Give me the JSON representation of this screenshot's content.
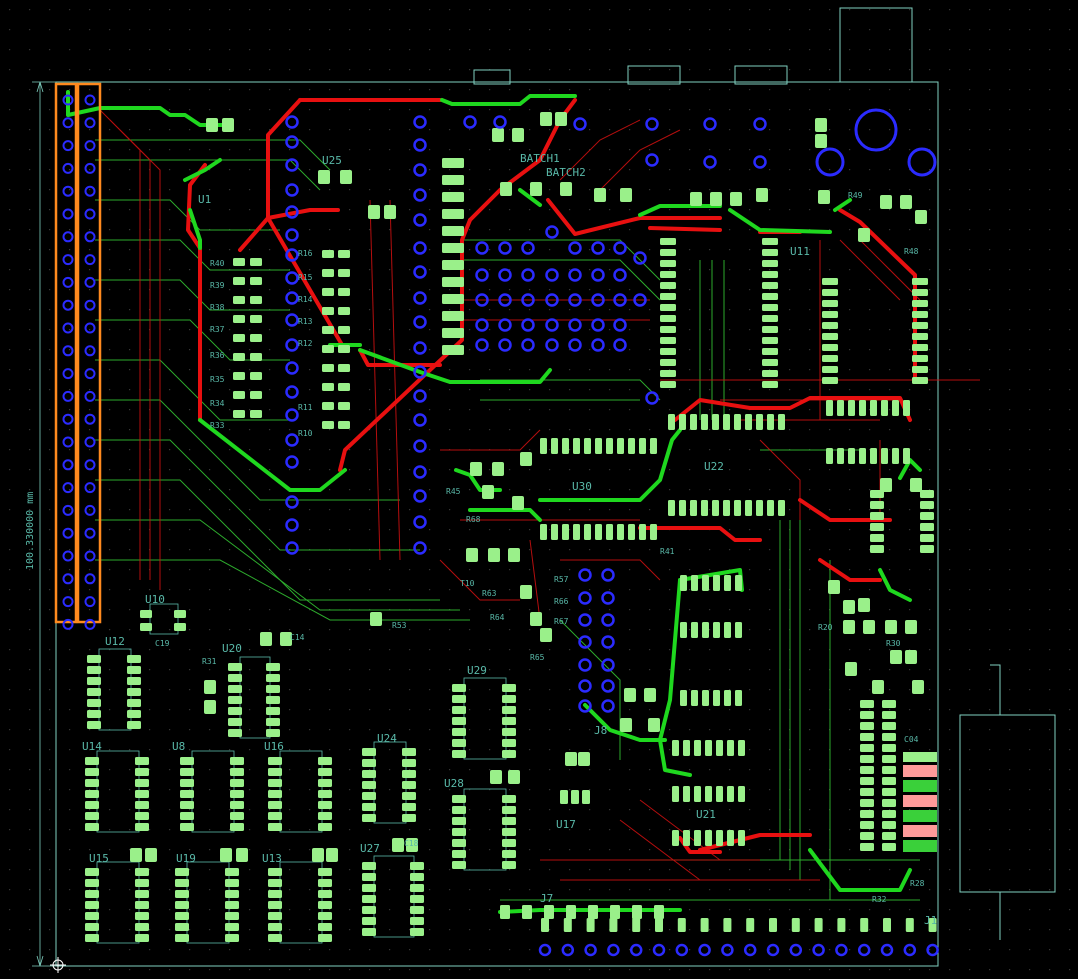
{
  "board": {
    "dimension_label": "100.330000 mm",
    "colors": {
      "background": "#000000",
      "board_outline": "#7fd0c0",
      "silkscreen": "#59b8a8",
      "pad_smd": "#9af08a",
      "pad_via_ring": "#2b2bff",
      "track_front": "#e81010",
      "track_back": "#1fd81f",
      "track_thin_red": "#c81010",
      "track_thin_green": "#35c835",
      "highlight_box": "#ff8a1e",
      "connector_stripes": [
        "#ff9a9a",
        "#3ad03a"
      ]
    }
  },
  "components": [
    {
      "ref": "U1"
    },
    {
      "ref": "U25"
    },
    {
      "ref": "U10"
    },
    {
      "ref": "U12"
    },
    {
      "ref": "U20"
    },
    {
      "ref": "U14"
    },
    {
      "ref": "U8"
    },
    {
      "ref": "U16"
    },
    {
      "ref": "U24"
    },
    {
      "ref": "U29"
    },
    {
      "ref": "U28"
    },
    {
      "ref": "U15"
    },
    {
      "ref": "U19"
    },
    {
      "ref": "U13"
    },
    {
      "ref": "U27"
    },
    {
      "ref": "U17"
    },
    {
      "ref": "U30"
    },
    {
      "ref": "U22"
    },
    {
      "ref": "U21"
    },
    {
      "ref": "U11"
    },
    {
      "ref": "J8"
    },
    {
      "ref": "J7"
    },
    {
      "ref": "J1"
    },
    {
      "ref": "R40"
    },
    {
      "ref": "R39"
    },
    {
      "ref": "R38"
    },
    {
      "ref": "R37"
    },
    {
      "ref": "R36"
    },
    {
      "ref": "R35"
    },
    {
      "ref": "R34"
    },
    {
      "ref": "R33"
    },
    {
      "ref": "R16"
    },
    {
      "ref": "R15"
    },
    {
      "ref": "R14"
    },
    {
      "ref": "R13"
    },
    {
      "ref": "R12"
    },
    {
      "ref": "R11"
    },
    {
      "ref": "R10"
    },
    {
      "ref": "R53"
    },
    {
      "ref": "R45"
    },
    {
      "ref": "R41"
    },
    {
      "ref": "R20"
    },
    {
      "ref": "R30"
    },
    {
      "ref": "R31"
    },
    {
      "ref": "R49"
    },
    {
      "ref": "R48"
    },
    {
      "ref": "R28"
    },
    {
      "ref": "R32"
    },
    {
      "ref": "R67"
    },
    {
      "ref": "R66"
    },
    {
      "ref": "R65"
    },
    {
      "ref": "R63"
    },
    {
      "ref": "R64"
    },
    {
      "ref": "R57"
    },
    {
      "ref": "R68"
    },
    {
      "ref": "C04"
    },
    {
      "ref": "C19"
    },
    {
      "ref": "C14"
    },
    {
      "ref": "C18"
    },
    {
      "ref": "T10"
    },
    {
      "ref": "BATCH1"
    },
    {
      "ref": "BATCH2"
    }
  ]
}
